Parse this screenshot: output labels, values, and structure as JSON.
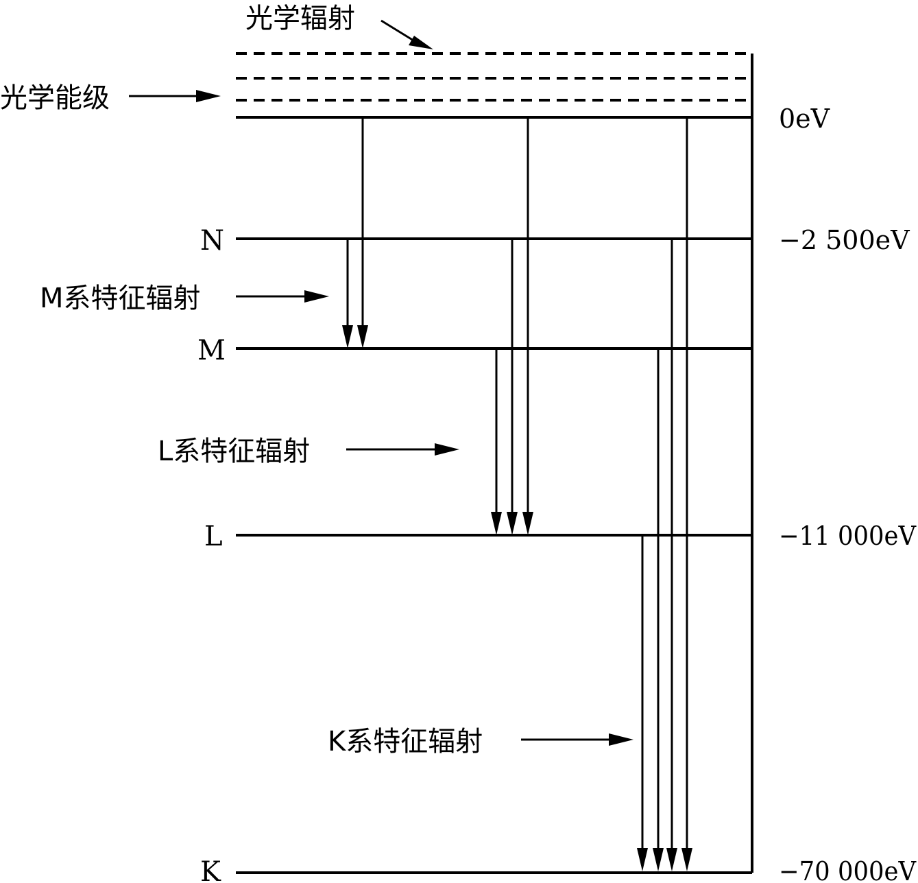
{
  "labels": {
    "optical_radiation": "光学辐射",
    "optical_levels": "光学能级",
    "m_series": "M系特征辐射",
    "l_series": "L系特征辐射",
    "k_series": "K系特征辐射"
  },
  "levels": [
    {
      "name": "",
      "energy": "0eV"
    },
    {
      "name": "N",
      "energy": "−2 500eV"
    },
    {
      "name": "M",
      "energy": ""
    },
    {
      "name": "L",
      "energy": "−11 000eV"
    },
    {
      "name": "K",
      "energy": "−70 000eV"
    }
  ]
}
